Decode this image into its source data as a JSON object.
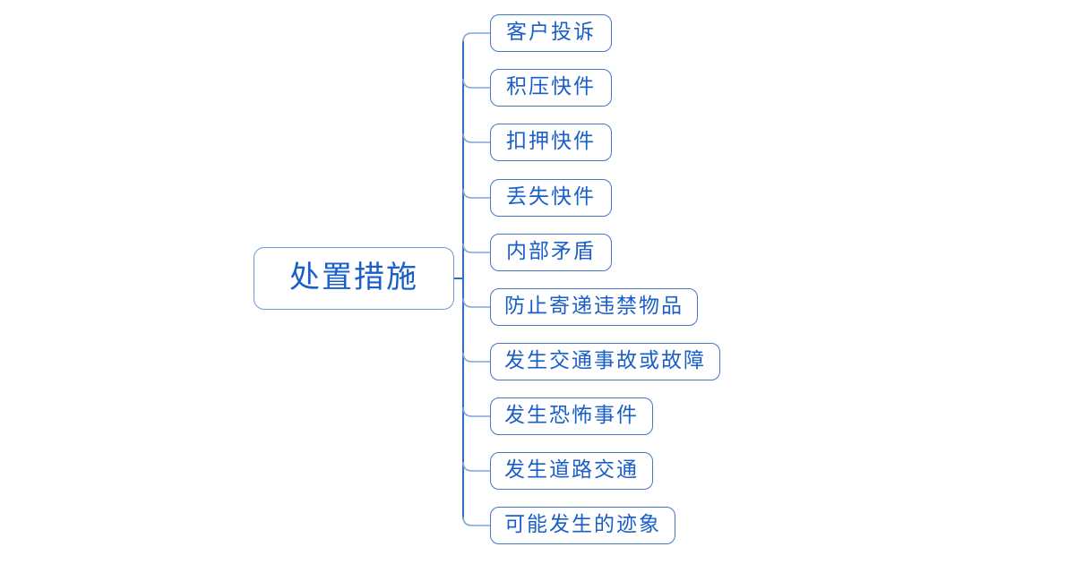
{
  "diagram": {
    "type": "mindmap",
    "root": {
      "label": "处置措施"
    },
    "children": [
      {
        "label": "客户投诉"
      },
      {
        "label": "积压快件"
      },
      {
        "label": "扣押快件"
      },
      {
        "label": "丢失快件"
      },
      {
        "label": "内部矛盾"
      },
      {
        "label": "防止寄递违禁物品"
      },
      {
        "label": "发生交通事故或故障"
      },
      {
        "label": "发生恐怖事件"
      },
      {
        "label": "发生道路交通"
      },
      {
        "label": "可能发生的迹象"
      }
    ],
    "colors": {
      "background": "#ffffff",
      "text": "#1a5fc8",
      "node_border": "#4477c4",
      "root_border": "#7099d2",
      "trunk_line": "#2f6fc1",
      "branch_line": "#7ea6d8"
    }
  }
}
